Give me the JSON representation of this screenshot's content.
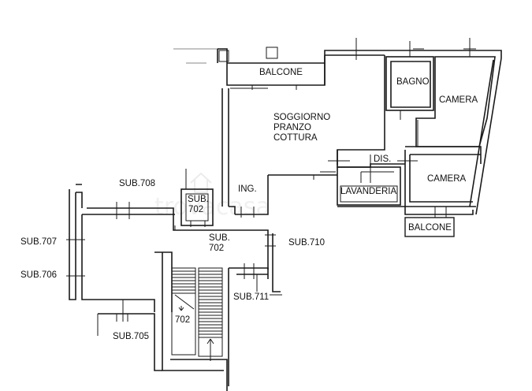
{
  "labels": {
    "balcone_top": "BALCONE",
    "bagno": "BAGNO",
    "camera_1": "CAMERA",
    "soggiorno_1": "SOGGIORNO",
    "soggiorno_2": "PRANZO",
    "soggiorno_3": "COTTURA",
    "dis": "DIS.",
    "camera_2": "CAMERA",
    "lavanderia": "LAVANDERIA",
    "ing": "ING.",
    "balcone_bottom": "BALCONE",
    "sub_708": "SUB.708",
    "sub_702_box_1": "SUB.",
    "sub_702_box_2": "702",
    "sub_702_hall_1": "SUB.",
    "sub_702_hall_2": "702",
    "sub_710": "SUB.710",
    "sub_707": "SUB.707",
    "sub_706": "SUB.706",
    "sub_711": "SUB.711",
    "stair_702": "702",
    "sub_705": "SUB.705"
  },
  "watermark": "trovacasa",
  "colors": {
    "wall": "#1a1a1a",
    "background": "#ffffff"
  }
}
